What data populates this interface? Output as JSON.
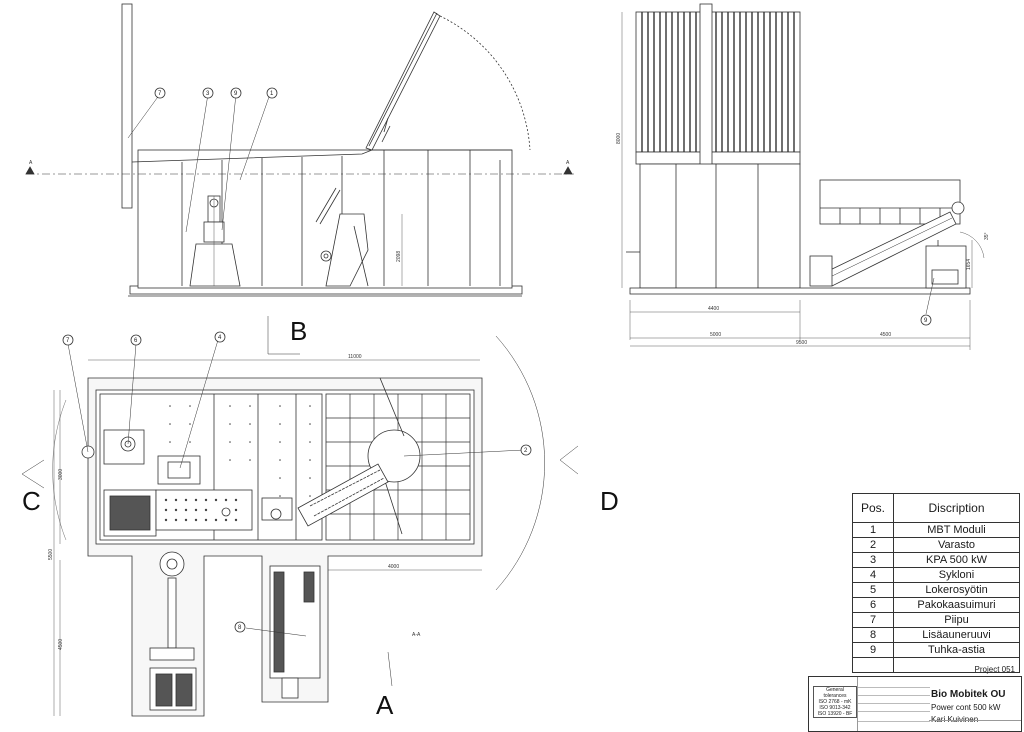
{
  "views": {
    "b": "B",
    "c": "C",
    "d": "D",
    "a": "A",
    "section_mark": "A",
    "section_label": "A-A"
  },
  "dimensions": {
    "overall_length": "11000",
    "side_w1": "4400",
    "side_w2": "5000",
    "side_w3": "4500",
    "side_total": "9500",
    "height": "8000",
    "hopper_h": "2098",
    "conveyor_h": "1654",
    "angle": "35°",
    "plan_left": "3000",
    "plan_left2": "5500",
    "plan_left3": "4500",
    "plan_right": "4000"
  },
  "callouts": [
    "7",
    "3",
    "9",
    "1",
    "6",
    "4",
    "2",
    "8",
    "9"
  ],
  "parts_table": {
    "header_pos": "Pos.",
    "header_desc": "Discription",
    "rows": [
      {
        "pos": "1",
        "desc": "MBT Moduli"
      },
      {
        "pos": "2",
        "desc": "Varasto"
      },
      {
        "pos": "3",
        "desc": "KPA 500 kW"
      },
      {
        "pos": "4",
        "desc": "Sykloni"
      },
      {
        "pos": "5",
        "desc": "Lokerosyötin"
      },
      {
        "pos": "6",
        "desc": "Pakokaasuimuri"
      },
      {
        "pos": "7",
        "desc": "Piipu"
      },
      {
        "pos": "8",
        "desc": "Lisäauneruuvi"
      },
      {
        "pos": "9",
        "desc": "Tuhka-astia"
      }
    ]
  },
  "title_block": {
    "project": "Project 051",
    "company": "Bio Mobitek OU",
    "description": "Power cont 500 kW",
    "author": "Kari Kuivinen",
    "standards": [
      "General tolerances",
      "ISO 2768 - mK",
      "ISO 9013-342",
      "ISO 13920 - BF"
    ]
  }
}
